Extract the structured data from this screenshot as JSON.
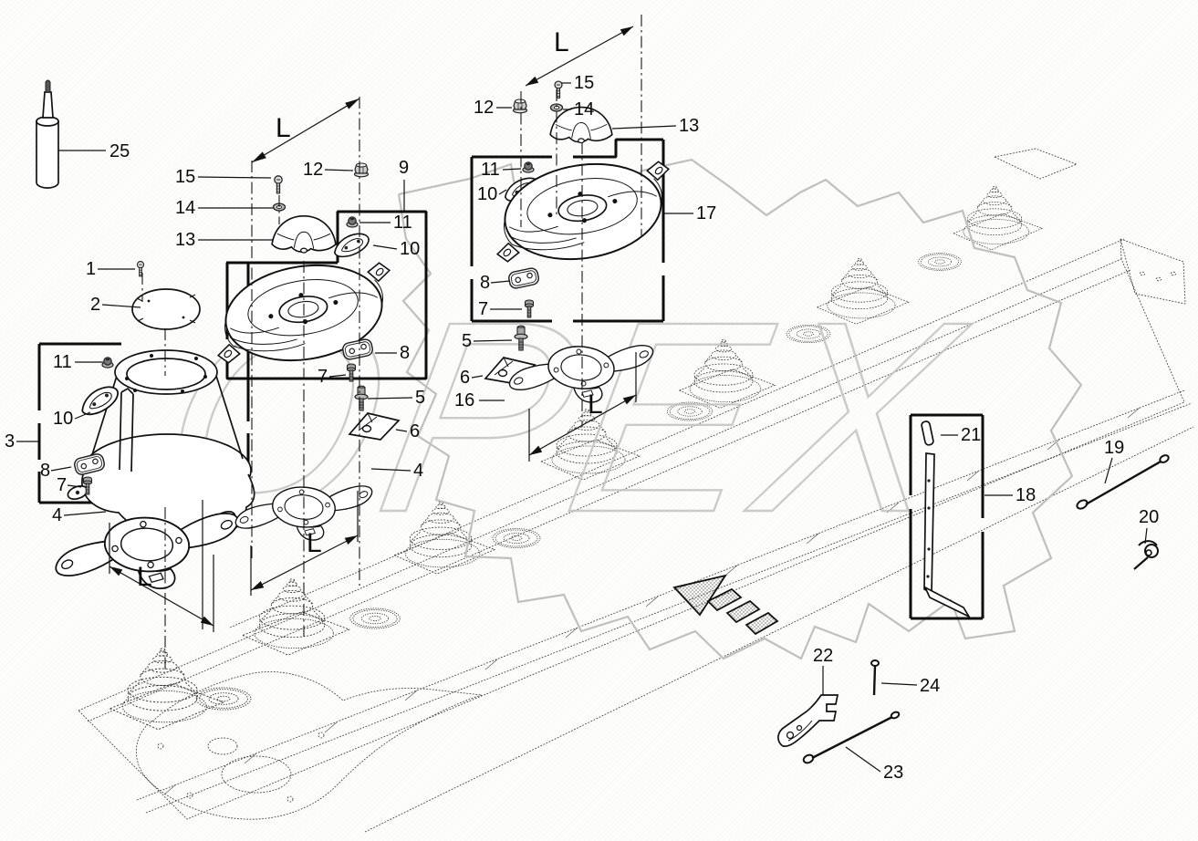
{
  "watermark": {
    "text": "OPEX",
    "color": "#c2c2c0"
  },
  "dimension": {
    "label": "L"
  },
  "callouts": {
    "n1": "1",
    "n2": "2",
    "n3": "3",
    "n25": "25",
    "n11_left": "11",
    "n10_left": "10",
    "n8_left": "8",
    "n7_left": "7",
    "n4_left": "4",
    "n15_mid": "15",
    "n12_mid": "12",
    "n9": "9",
    "n14_mid": "14",
    "n13_mid": "13",
    "n11_mid": "11",
    "n10_mid": "10",
    "n8_mid": "8",
    "n7_mid": "7",
    "n5_mid": "5",
    "n6_mid": "6",
    "n4_mid": "4",
    "n12_right": "12",
    "n15_right": "15",
    "n14_right": "14",
    "n13_right": "13",
    "n11_right": "11",
    "n10_right": "10",
    "n17": "17",
    "n8_right": "8",
    "n7_right": "7",
    "n5_right": "5",
    "n6_right": "6",
    "n16": "16",
    "n18": "18",
    "n19": "19",
    "n20": "20",
    "n21": "21",
    "n22": "22",
    "n23": "23",
    "n24": "24"
  }
}
